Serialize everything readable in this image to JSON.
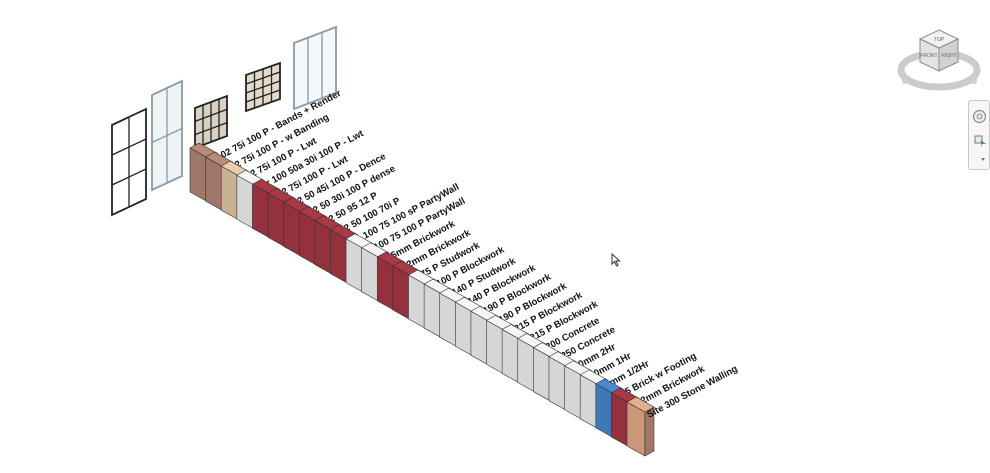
{
  "viewcube": {
    "top_face": "TOP",
    "front_face": "FRONT",
    "right_face": "RIGHT"
  },
  "navbar": {
    "icons": [
      "steering-wheel-icon",
      "zoom-icon",
      "navbar-menu-icon"
    ]
  },
  "colors": {
    "brick_brown": "#a0786a",
    "brick_red": "#94313c",
    "block_grey": "#d6d6d6",
    "render_sand": "#c9b293",
    "blue_partition": "#3f78b6",
    "stone": "#c9977a",
    "window_frame": "#222222",
    "edge": "#333333"
  },
  "wall_labels": [
    "R102 75i 100 P - Bands + Render",
    "102 75i 100 P - w Banding",
    "102 75i 100 P - Lwt",
    "22r 100 50a 30i 100 P - Lwt",
    "102 75i 100 P - Lwt",
    "102 50 45i 100 P - Dence",
    "102 50 30i 100 P dense",
    "102 50 95 12 P",
    "102 50 100 70i P",
    "Ps 100 75 100 sP PartyWall",
    "P 100 75 100 P PartyWall",
    "215mm Brickwork",
    "102mm Brickwork",
    "P 75 P Studwork",
    "P 100 P Blockwork",
    "P 140 P Studwork",
    "P 140 P Blockwork",
    "P 190 P Blockwork",
    "P 190 P Blockwork",
    "P 215 P Blockwork",
    "P 215 P Blockwork",
    "P 200 Concrete",
    "P 250 Concrete",
    "120mm 2Hr",
    "120mm 1Hr",
    "95mm 1/2Hr",
    "215 Brick w Footing",
    "102mm Brickwork",
    "Site 300 Stone Walling"
  ]
}
